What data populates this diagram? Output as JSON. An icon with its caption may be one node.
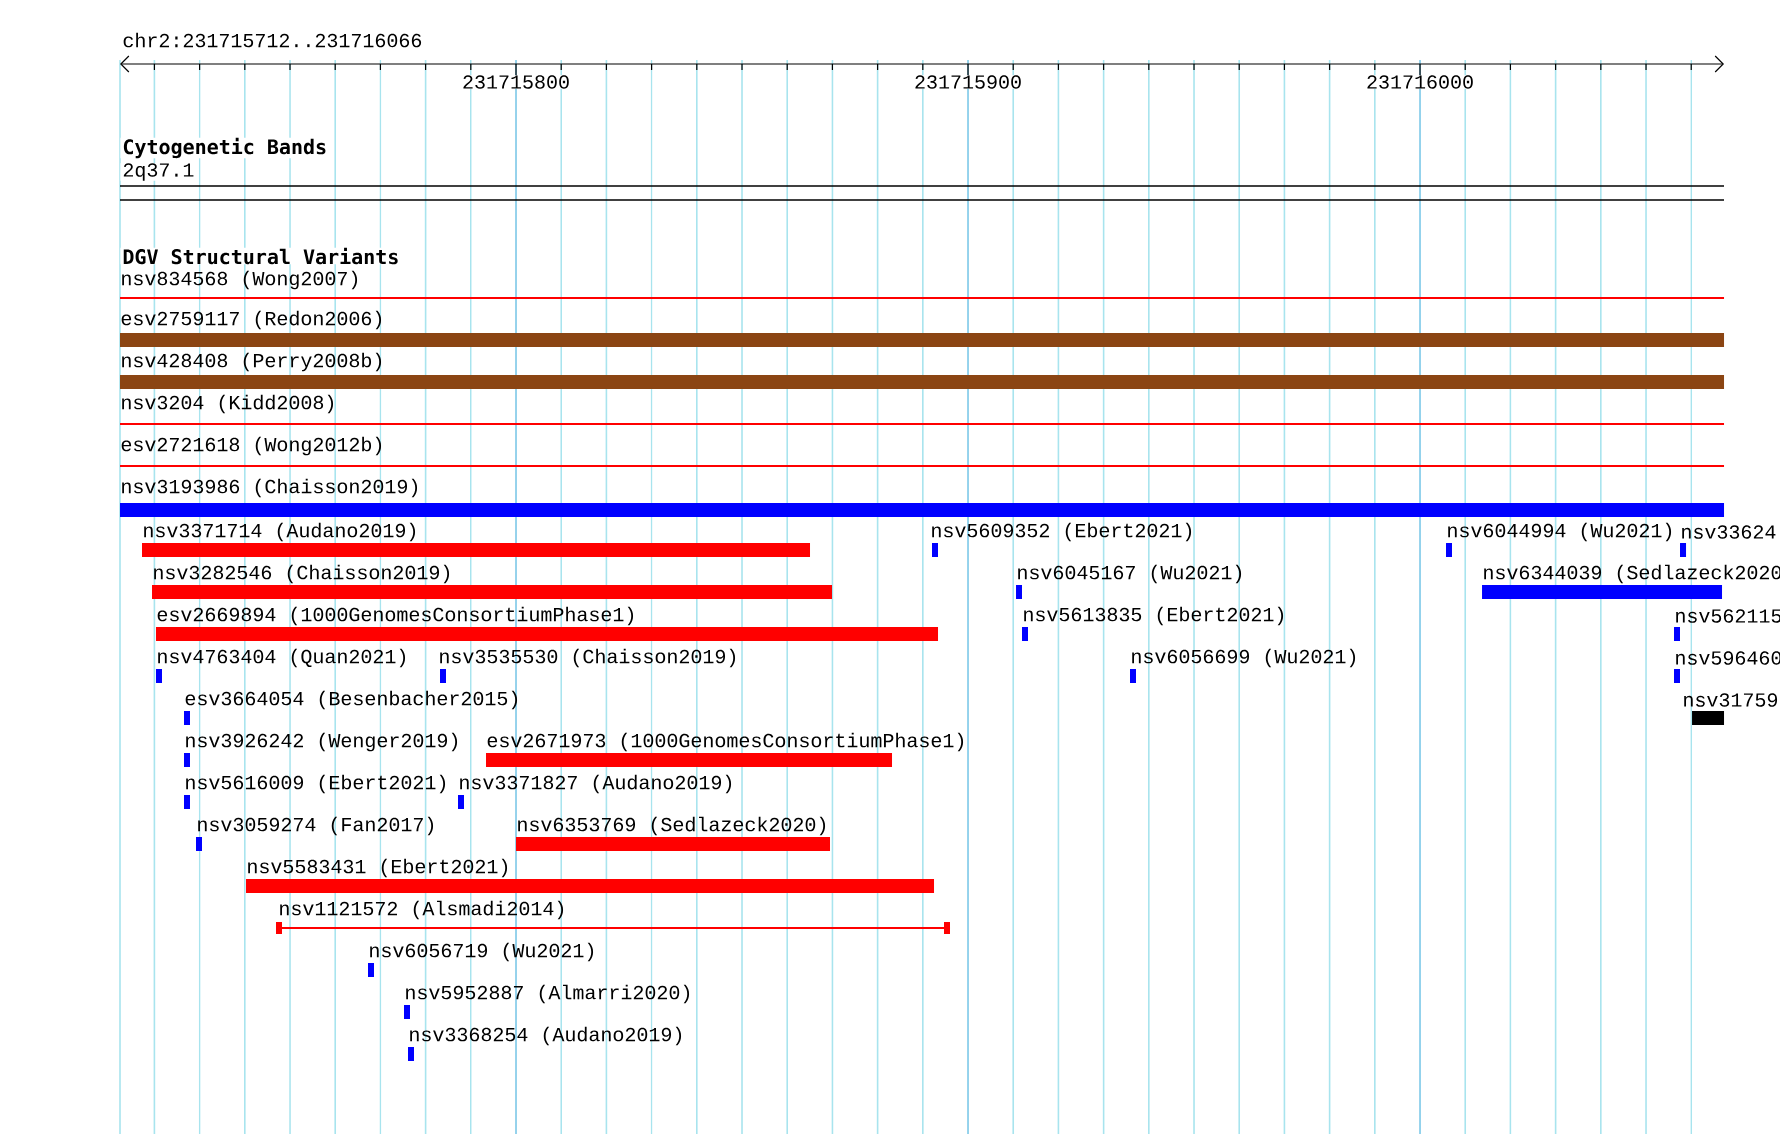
{
  "diagram": {
    "nodes": [
      {
        "text": [
          "nsv834568 (Wong2007)"
        ]
      },
      {
        "text": [
          "esv2759117 (Redon2006)"
        ]
      },
      {
        "text": [
          "nsv428408 (Perry2008b)"
        ]
      },
      {
        "text": [
          "nsv3204 (Kidd2008)"
        ]
      },
      {
        "text": [
          "esv2721618 (Wong2012b)"
        ]
      },
      {
        "text": [
          "nsv3193986 (Chaisson2019)"
        ]
      },
      {
        "text": [
          "nsv3371714 (Audano2019)"
        ]
      },
      {
        "text": [
          "nsv5609352 (Ebert2021)"
        ]
      },
      {
        "text": [
          "nsv6044994 (Wu2021)"
        ]
      },
      {
        "text": [
          "nsv33624"
        ]
      },
      {
        "text": [
          "nsv3282546 (Chaisson2019)"
        ]
      },
      {
        "text": [
          "nsv6045167 (Wu2021)"
        ]
      },
      {
        "text": [
          "nsv6344039 (Sedlazeck2020"
        ]
      },
      {
        "text": [
          "esv2669894 (1000GenomesConsortiumPhase1)"
        ]
      },
      {
        "text": [
          "nsv5613835 (Ebert2021)"
        ]
      },
      {
        "text": [
          "nsv562115"
        ]
      },
      {
        "text": [
          "nsv4763404 (Quan2021)"
        ]
      },
      {
        "text": [
          "nsv3535530 (Chaisson2019)"
        ]
      },
      {
        "text": [
          "nsv6056699 (Wu2021)"
        ]
      },
      {
        "text": [
          "nsv596460"
        ]
      },
      {
        "text": [
          "esv3664054 (Besenbacher2015)"
        ]
      },
      {
        "text": [
          "nsv31759"
        ]
      },
      {
        "text": [
          "nsv3926242 (Wenger2019)"
        ]
      },
      {
        "text": [
          "esv2671973 (1000GenomesConsortiumPhase1)"
        ]
      },
      {
        "text": [
          "nsv5616009 (Ebert2021)"
        ]
      },
      {
        "text": [
          "nsv3371827 (Audano2019)"
        ]
      },
      {
        "text": [
          "nsv3059274 (Fan2017)"
        ]
      },
      {
        "text": [
          "nsv6353769 (Sedlazeck2020)"
        ]
      },
      {
        "text": [
          "nsv5583431 (Ebert2021)"
        ]
      },
      {
        "text": [
          "nsv1121572 (Alsmadi2014)"
        ]
      },
      {
        "text": [
          "nsv6056719 (Wu2021)"
        ]
      },
      {
        "text": [
          "nsv5952887 (Almarri2020)"
        ]
      },
      {
        "text": [
          "nsv3368254 (Audano2019)"
        ]
      }
    ],
    "labels": [
      "chr2:231715712..231716066",
      "231715800",
      "231715900",
      "231716000",
      "Cytogenetic Bands",
      "2q37.1",
      "DGV Structural Variants"
    ]
  }
}
